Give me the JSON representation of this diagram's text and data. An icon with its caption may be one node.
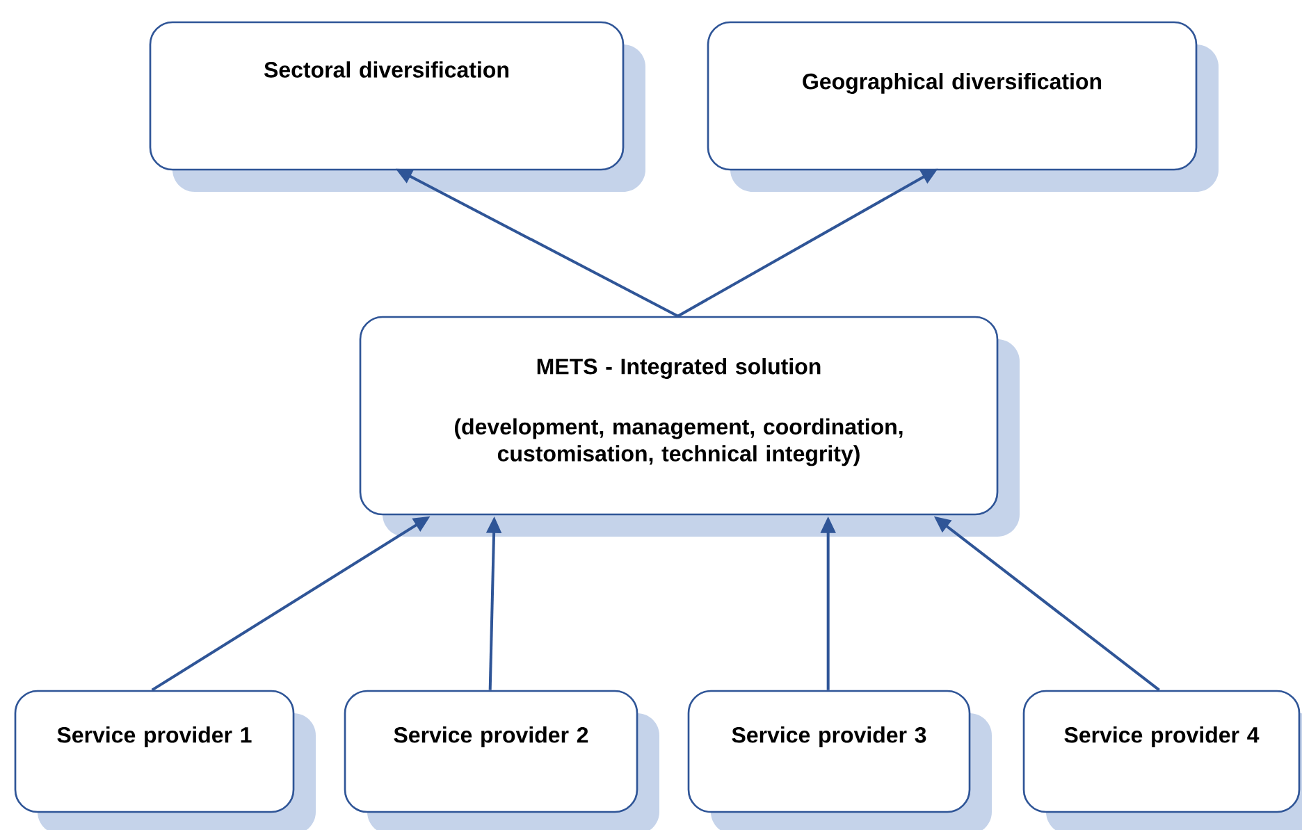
{
  "diagram": {
    "nodes": [
      {
        "text": [
          "Sectoral diversification"
        ]
      },
      {
        "text": [
          "Geographical diversification"
        ]
      },
      {
        "text": [
          "METS - Integrated solution",
          "(development, management, coordination, customisation, technical integrity)"
        ]
      },
      {
        "text": [
          "Service provider 1"
        ]
      },
      {
        "text": [
          "Service provider 2"
        ]
      },
      {
        "text": [
          "Service provider 3"
        ]
      },
      {
        "text": [
          "Service provider 4"
        ]
      }
    ],
    "edges": [
      {
        "from": 2,
        "to": 0,
        "arrow": "to"
      },
      {
        "from": 2,
        "to": 1,
        "arrow": "to"
      },
      {
        "from": 3,
        "to": 2,
        "arrow": "to"
      },
      {
        "from": 4,
        "to": 2,
        "arrow": "to"
      },
      {
        "from": 5,
        "to": 2,
        "arrow": "to"
      },
      {
        "from": 6,
        "to": 2,
        "arrow": "to"
      }
    ]
  }
}
